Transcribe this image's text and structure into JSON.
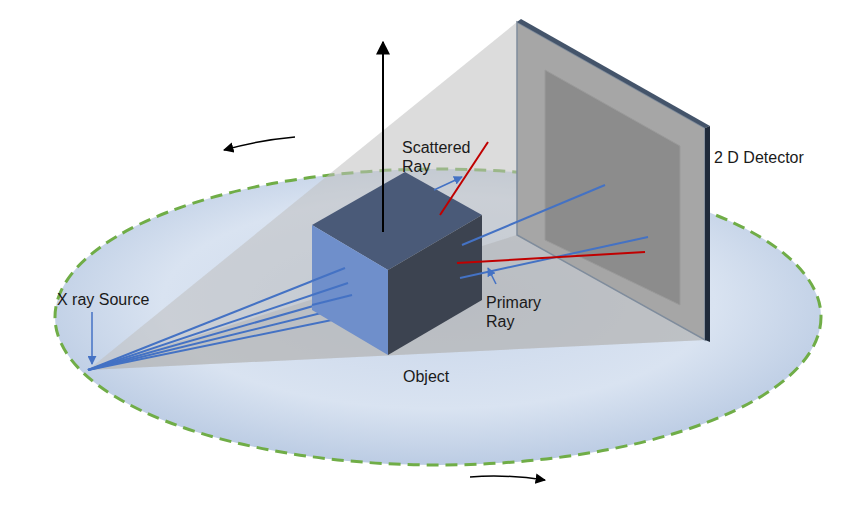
{
  "diagram": {
    "labels": [
      "Scattered Ray",
      "2 D Detector",
      "X ray Source",
      "Primary Ray",
      "Object"
    ]
  }
}
